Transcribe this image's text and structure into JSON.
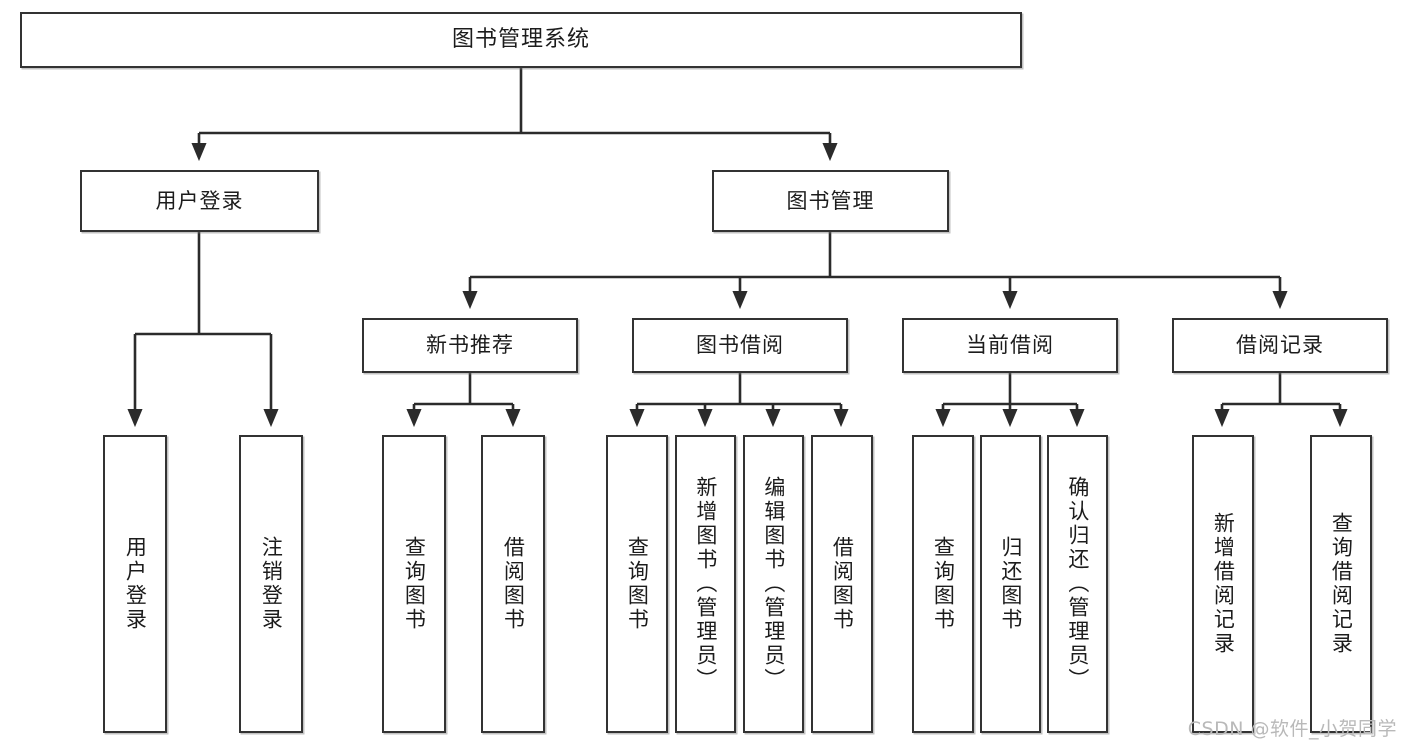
{
  "diagram": {
    "title": "图书管理系统",
    "type": "tree-hierarchy-chart",
    "watermark": "CSDN @软件_小贺同学",
    "colors": {
      "box_border": "#333333",
      "box_fill": "#ffffff",
      "connector": "#2b2b2b",
      "text": "#1c1c1c",
      "watermark": "#b9b9b9",
      "background": "#ffffff"
    },
    "root": {
      "label": "图书管理系统"
    },
    "level2": [
      {
        "label": "用户登录"
      },
      {
        "label": "图书管理"
      }
    ],
    "level3": [
      {
        "label": "新书推荐"
      },
      {
        "label": "图书借阅"
      },
      {
        "label": "当前借阅"
      },
      {
        "label": "借阅记录"
      }
    ],
    "leaves": {
      "user_login": [
        {
          "label": "用户登录"
        },
        {
          "label": "注销登录"
        }
      ],
      "new_book": [
        {
          "label": "查询图书"
        },
        {
          "label": "借阅图书"
        }
      ],
      "book_borrow": [
        {
          "label": "查询图书"
        },
        {
          "label": "新增图书（管理员）"
        },
        {
          "label": "编辑图书（管理员）"
        },
        {
          "label": "借阅图书"
        }
      ],
      "current_borrow": [
        {
          "label": "查询图书"
        },
        {
          "label": "归还图书"
        },
        {
          "label": "确认归还（管理员）"
        }
      ],
      "borrow_record": [
        {
          "label": "新增借阅记录"
        },
        {
          "label": "查询借阅记录"
        }
      ]
    }
  }
}
